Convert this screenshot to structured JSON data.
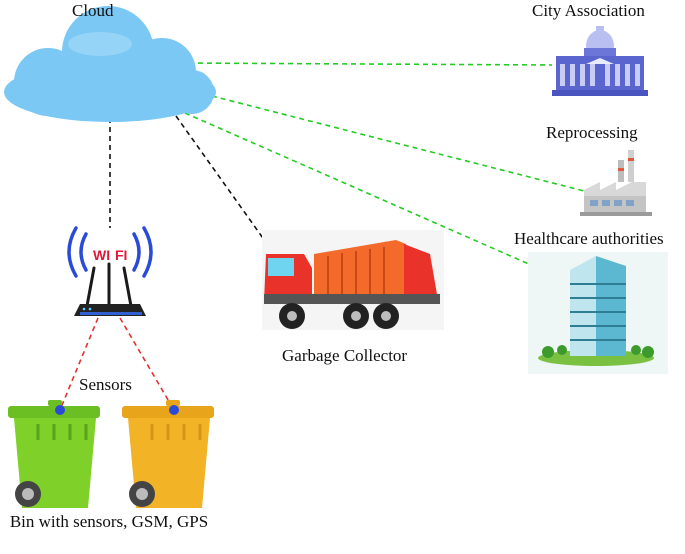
{
  "labels": {
    "cloud": "Cloud",
    "city_association": "City Association",
    "reprocessing": "Reprocessing",
    "healthcare": "Healthcare authorities",
    "garbage_collector": "Garbage Collector",
    "sensors": "Sensors",
    "bin": "Bin with sensors, GSM, GPS"
  },
  "wifi": {
    "text_w": "WI",
    "text_f": "FI"
  },
  "colors": {
    "link_green": "#22cc22",
    "link_black": "#111111",
    "link_red": "#e23030",
    "cloud": "#7cc8f4",
    "bin_green": "#7fd12a",
    "bin_orange": "#f2b326",
    "truck_red": "#e8322a",
    "truck_orange": "#f46a2a",
    "wifi_blue": "#2a4bd8",
    "wifi_red": "#e0193a"
  },
  "icons": {
    "cloud": "cloud-icon",
    "router": "wifi-router-icon",
    "truck": "garbage-truck-icon",
    "city": "city-hall-icon",
    "factory": "factory-icon",
    "hospital": "office-building-icon",
    "bin": "trash-bin-icon"
  }
}
